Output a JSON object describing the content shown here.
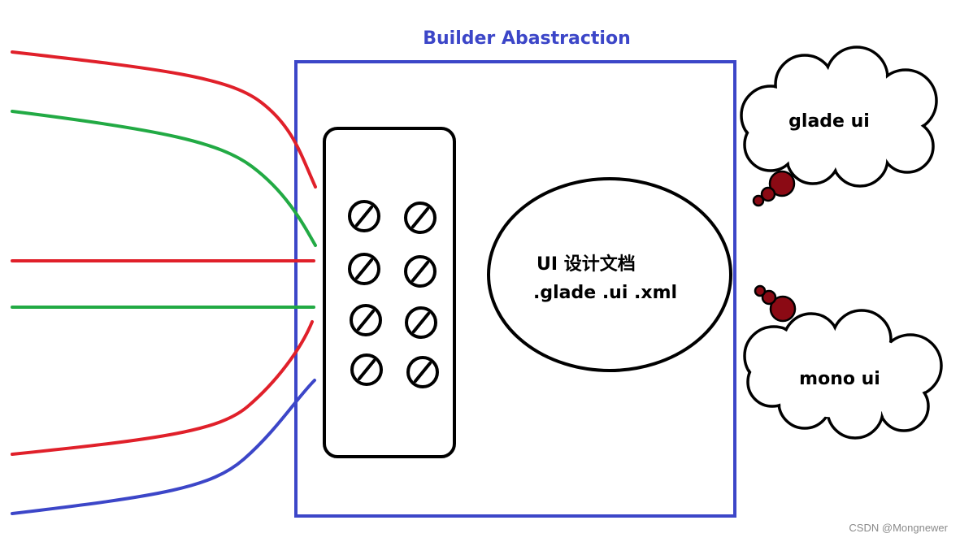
{
  "title": "Builder Abastraction",
  "document": {
    "line1": "UI 设计文档",
    "line2": ".glade .ui .xml"
  },
  "clouds": [
    {
      "label": "glade ui"
    },
    {
      "label": "mono ui"
    }
  ],
  "watermark": "CSDN @Mongnewer",
  "colors": {
    "frame": "#3c46c8",
    "title": "#3c46c8",
    "red_wire": "#e0202a",
    "green_wire": "#22aa44",
    "blue_wire": "#3c46c8",
    "outline": "#000000",
    "thought_bubble": "#8b0a14",
    "watermark": "#8a8a8a"
  },
  "icons": {
    "connector_screw": "slotted-screw-icon",
    "thought_bubble": "thought-bubble-icon"
  }
}
